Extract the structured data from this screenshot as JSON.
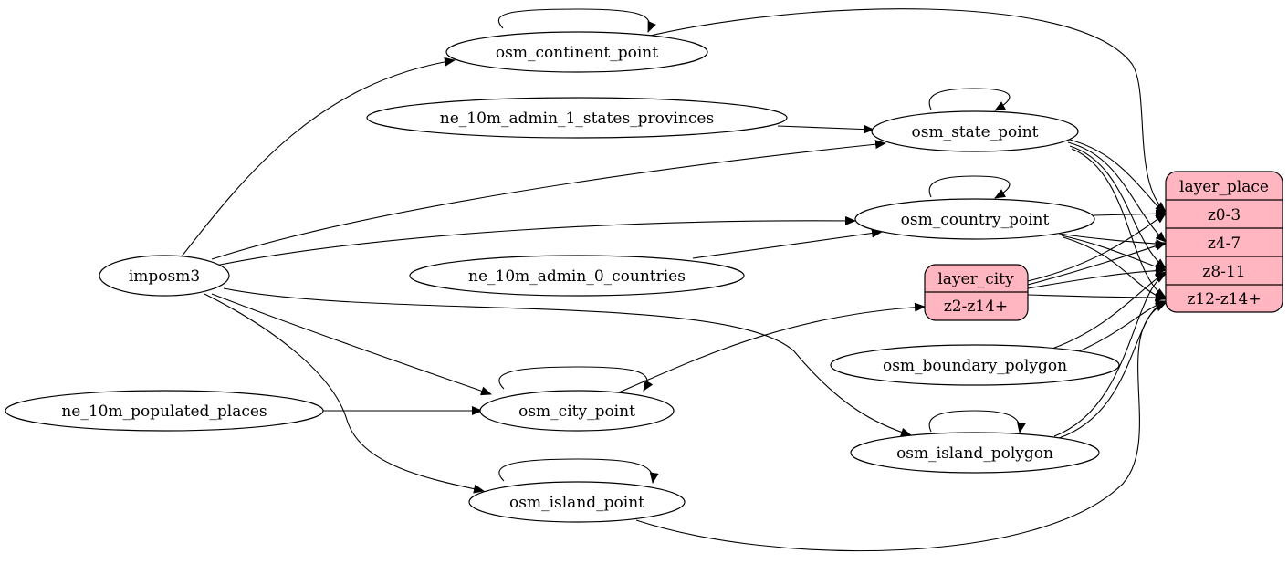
{
  "graph": {
    "colors": {
      "record_fill": "#ffb6c1",
      "stroke": "#000000",
      "background": "#ffffff"
    },
    "nodes": {
      "osm_continent_point": "osm_continent_point",
      "ne_10m_admin_1_states_provinces": "ne_10m_admin_1_states_provinces",
      "osm_state_point": "osm_state_point",
      "osm_country_point": "osm_country_point",
      "imposm3": "imposm3",
      "ne_10m_admin_0_countries": "ne_10m_admin_0_countries",
      "osm_boundary_polygon": "osm_boundary_polygon",
      "ne_10m_populated_places": "ne_10m_populated_places",
      "osm_city_point": "osm_city_point",
      "osm_island_polygon": "osm_island_polygon",
      "osm_island_point": "osm_island_point"
    },
    "records": {
      "layer_city": {
        "title": "layer_city",
        "fields": [
          "z2-z14+"
        ]
      },
      "layer_place": {
        "title": "layer_place",
        "fields": [
          "z0-3",
          "z4-7",
          "z8-11",
          "z12-z14+"
        ]
      }
    },
    "edges": [
      [
        "imposm3",
        "osm_continent_point"
      ],
      [
        "imposm3",
        "osm_state_point"
      ],
      [
        "imposm3",
        "osm_country_point"
      ],
      [
        "imposm3",
        "osm_city_point"
      ],
      [
        "imposm3",
        "osm_island_polygon"
      ],
      [
        "imposm3",
        "osm_island_point"
      ],
      [
        "ne_10m_admin_1_states_provinces",
        "osm_state_point"
      ],
      [
        "ne_10m_admin_0_countries",
        "osm_country_point"
      ],
      [
        "ne_10m_populated_places",
        "osm_city_point"
      ],
      [
        "osm_continent_point",
        "osm_continent_point"
      ],
      [
        "osm_state_point",
        "osm_state_point"
      ],
      [
        "osm_country_point",
        "osm_country_point"
      ],
      [
        "osm_city_point",
        "osm_city_point"
      ],
      [
        "osm_island_polygon",
        "osm_island_polygon"
      ],
      [
        "osm_island_point",
        "osm_island_point"
      ],
      [
        "osm_city_point",
        "layer_city:z2-z14+"
      ],
      [
        "osm_continent_point",
        "layer_place:z0-3"
      ],
      [
        "osm_state_point",
        "layer_place:z0-3"
      ],
      [
        "osm_state_point",
        "layer_place:z4-7"
      ],
      [
        "osm_state_point",
        "layer_place:z8-11"
      ],
      [
        "osm_state_point",
        "layer_place:z12-z14+"
      ],
      [
        "osm_country_point",
        "layer_place:z0-3"
      ],
      [
        "osm_country_point",
        "layer_place:z4-7"
      ],
      [
        "osm_country_point",
        "layer_place:z8-11"
      ],
      [
        "osm_country_point",
        "layer_place:z12-z14+"
      ],
      [
        "layer_city",
        "layer_place:z0-3"
      ],
      [
        "layer_city",
        "layer_place:z4-7"
      ],
      [
        "layer_city",
        "layer_place:z8-11"
      ],
      [
        "layer_city",
        "layer_place:z12-z14+"
      ],
      [
        "osm_boundary_polygon",
        "layer_place:z8-11"
      ],
      [
        "osm_boundary_polygon",
        "layer_place:z12-z14+"
      ],
      [
        "osm_island_polygon",
        "layer_place:z8-11"
      ],
      [
        "osm_island_polygon",
        "layer_place:z12-z14+"
      ],
      [
        "osm_island_point",
        "layer_place:z12-z14+"
      ]
    ]
  }
}
